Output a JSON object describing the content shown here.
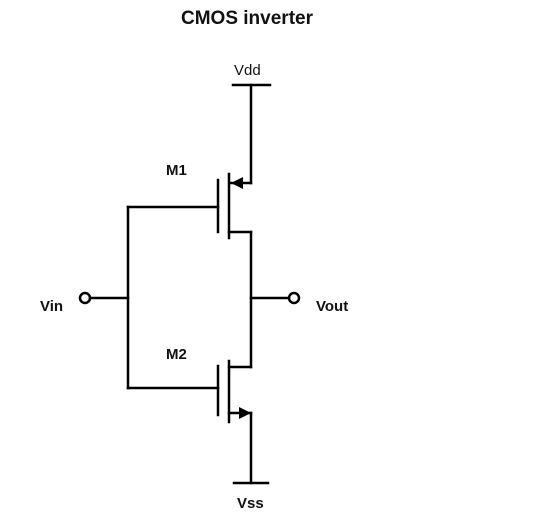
{
  "diagram": {
    "title": "CMOS inverter",
    "labels": {
      "vdd": "Vdd",
      "m1": "M1",
      "m2": "M2",
      "vin": "Vin",
      "vout": "Vout",
      "vss": "Vss"
    },
    "components": [
      {
        "id": "M1",
        "kind": "pmos-transistor"
      },
      {
        "id": "M2",
        "kind": "nmos-transistor"
      }
    ],
    "colors": {
      "wire": "#000000",
      "text": "#111111",
      "background": "#ffffff"
    }
  }
}
